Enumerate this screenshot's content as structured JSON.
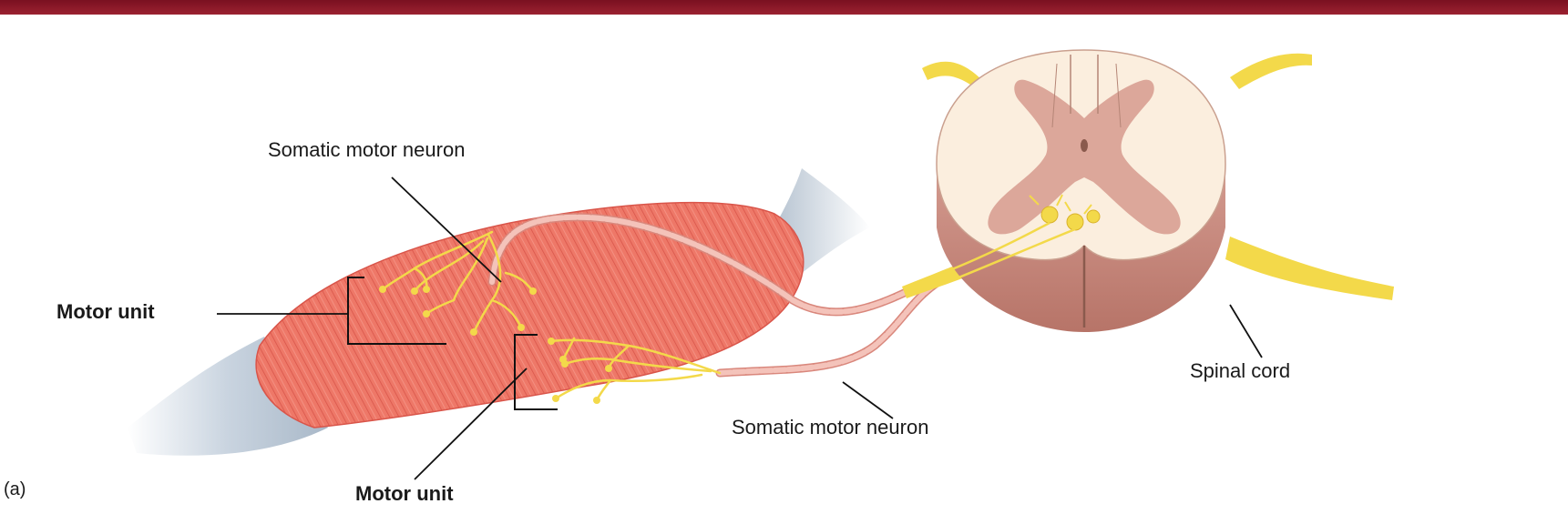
{
  "colors": {
    "header_bar": "#8e1a28",
    "muscle": "#ee7868",
    "tendon": "#b9c6d3",
    "nerve": "#f6e46a",
    "axon_myelin": "#f1b6ad",
    "cord_white_matter": "#fbeede",
    "cord_gray_matter": "#dca79a",
    "cord_side": "#c98a7f"
  },
  "labels": {
    "somatic_motor_neuron_top": "Somatic motor neuron",
    "somatic_motor_neuron_bottom": "Somatic motor neuron",
    "motor_unit_left": "Motor unit",
    "motor_unit_bottom": "Motor unit",
    "spinal_cord": "Spinal cord",
    "panel_letter": "(a)"
  }
}
